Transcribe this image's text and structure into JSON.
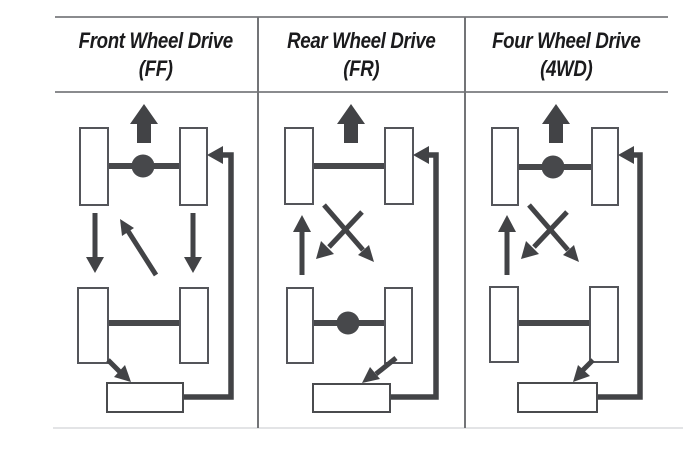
{
  "figure": {
    "name": "drivetrain-layout-comparison",
    "panels": [
      {
        "title": "Front Wheel Drive",
        "code": "(FF)",
        "differential_position": "front axle",
        "direction_arrow": "thick arrow pointing up (forward)",
        "middle_arrows": "two downward arrows under front wheels and one diagonal arrow pointing up-left",
        "power_line": "line from engine box up the right side with arrowhead into front-right wheel",
        "engine_feed_arrow": "diagonal arrow from left rear wheel down into engine box"
      },
      {
        "title": "Rear Wheel Drive",
        "code": "(FR)",
        "differential_position": "rear axle",
        "direction_arrow": "thick arrow pointing up (forward)",
        "middle_arrows": "one upward arrow on left and two crossed arrows pointing down-left and down-right",
        "power_line": "line from engine box up the right side with arrowhead into front-right wheel",
        "engine_feed_arrow": "diagonal arrow from right rear wheel down into engine box"
      },
      {
        "title": "Four Wheel Drive",
        "code": "(4WD)",
        "differential_position": "front axle",
        "direction_arrow": "thick arrow pointing up (forward)",
        "middle_arrows": "one upward arrow on left and two crossed arrows pointing down-left and down-right",
        "power_line": "line from engine box up the right side with arrowhead into front-right wheel",
        "engine_feed_arrow": "diagonal arrow from right rear wheel down into engine box"
      }
    ],
    "colors": {
      "background": "#ffffff",
      "diagram_dark": "#424346",
      "axle_dark": "#47484b",
      "wheel_outline": "#54555a",
      "header_rule": "#8a8b8e",
      "column_divider": "#737477",
      "bottom_rule": "#e3e4e6",
      "title_text": "#1b1b1d"
    }
  }
}
